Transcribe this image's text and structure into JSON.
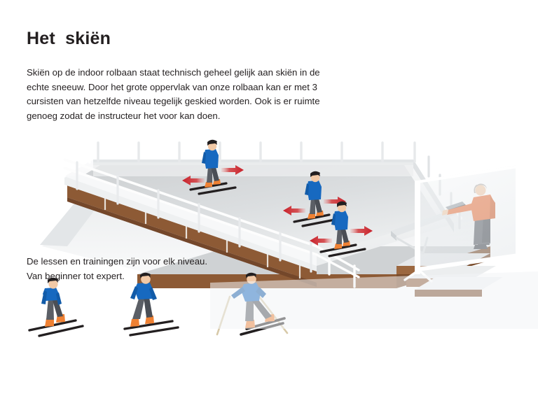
{
  "slide": {
    "background_color": "#ffffff",
    "title": "Het  skiën",
    "intro_paragraph": "Skiën op de indoor rolbaan staat technisch geheel gelijk aan skiën in de echte sneeuw. Door het grote oppervlak van onze rolbaan kan er met 3 cursisten van hetzelfde niveau tegelijk geskied worden. Ook is er ruimte genoeg zodat de instructeur het voor kan doen.",
    "levels_line_1": "De lessen en trainingen zijn voor elk niveau.",
    "levels_line_2": "Van beginner tot expert."
  },
  "colors": {
    "text": "#231f20",
    "jacket_blue": "#1769c0",
    "jacket_blue_dark": "#125ba8",
    "instructor_orange": "#e8703a",
    "instructor_orange_dark": "#d25f2c",
    "boot_orange": "#ef8133",
    "trousers_gray": "#5b5f66",
    "trousers_gray_dark": "#4a4e55",
    "hair_black": "#231f20",
    "hair_gray": "#b9b2ac",
    "skin": "#f2c9a6",
    "arrow_red": "#c8202a",
    "arrow_red_light": "#e04b4b",
    "wood_brown": "#8d5a35",
    "wood_brown_dark": "#7a4c2b",
    "wood_brown_light": "#9c6840",
    "belt_gray": "#b9bcbf",
    "belt_gray_light": "#cfd2d4",
    "snow_white": "#f4f5f6",
    "rail_white": "#ffffff",
    "rail_shadow": "#d9dbdd",
    "glass_panel": "#eef1f3",
    "floor_shadow": "#e6e8ea",
    "ski_black": "#231f20",
    "pole_tan": "#d7c9a8"
  },
  "illustration": {
    "name": "indoor-ski-slope-illustration",
    "description": "Isometric indoor revolving ski slope (rolbaan) with railings, three skiers with red direction arrows, an instructor at a control console behind a glass panel, and a wooden base platform with steps.",
    "slope": {
      "surface_label": "rolbaan-belt",
      "side_panel_label": "wooden-side-panel",
      "railing_label": "safety-railing"
    },
    "slope_skiers": [
      {
        "id": "slope-skier-1",
        "jacket": "#1769c0",
        "trousers": "#5b5f66",
        "boots": "#ef8133",
        "arrows": [
          "left",
          "right"
        ]
      },
      {
        "id": "slope-skier-2",
        "jacket": "#1769c0",
        "trousers": "#5b5f66",
        "boots": "#ef8133",
        "arrows": [
          "left",
          "right"
        ]
      },
      {
        "id": "slope-skier-3",
        "jacket": "#1769c0",
        "trousers": "#5b5f66",
        "boots": "#ef8133",
        "arrows": [
          "left",
          "right"
        ]
      }
    ],
    "instructor": {
      "id": "instructor-figure",
      "jacket": "#e8703a",
      "trousers": "#5b5f66",
      "hair": "#b9b2ac",
      "console_label": "control-console"
    },
    "level_skiers": [
      {
        "id": "level-skier-beginner",
        "stance": "snowplough",
        "poles": false
      },
      {
        "id": "level-skier-intermediate",
        "stance": "parallel",
        "poles": false
      },
      {
        "id": "level-skier-expert",
        "stance": "carving",
        "poles": true
      }
    ]
  }
}
